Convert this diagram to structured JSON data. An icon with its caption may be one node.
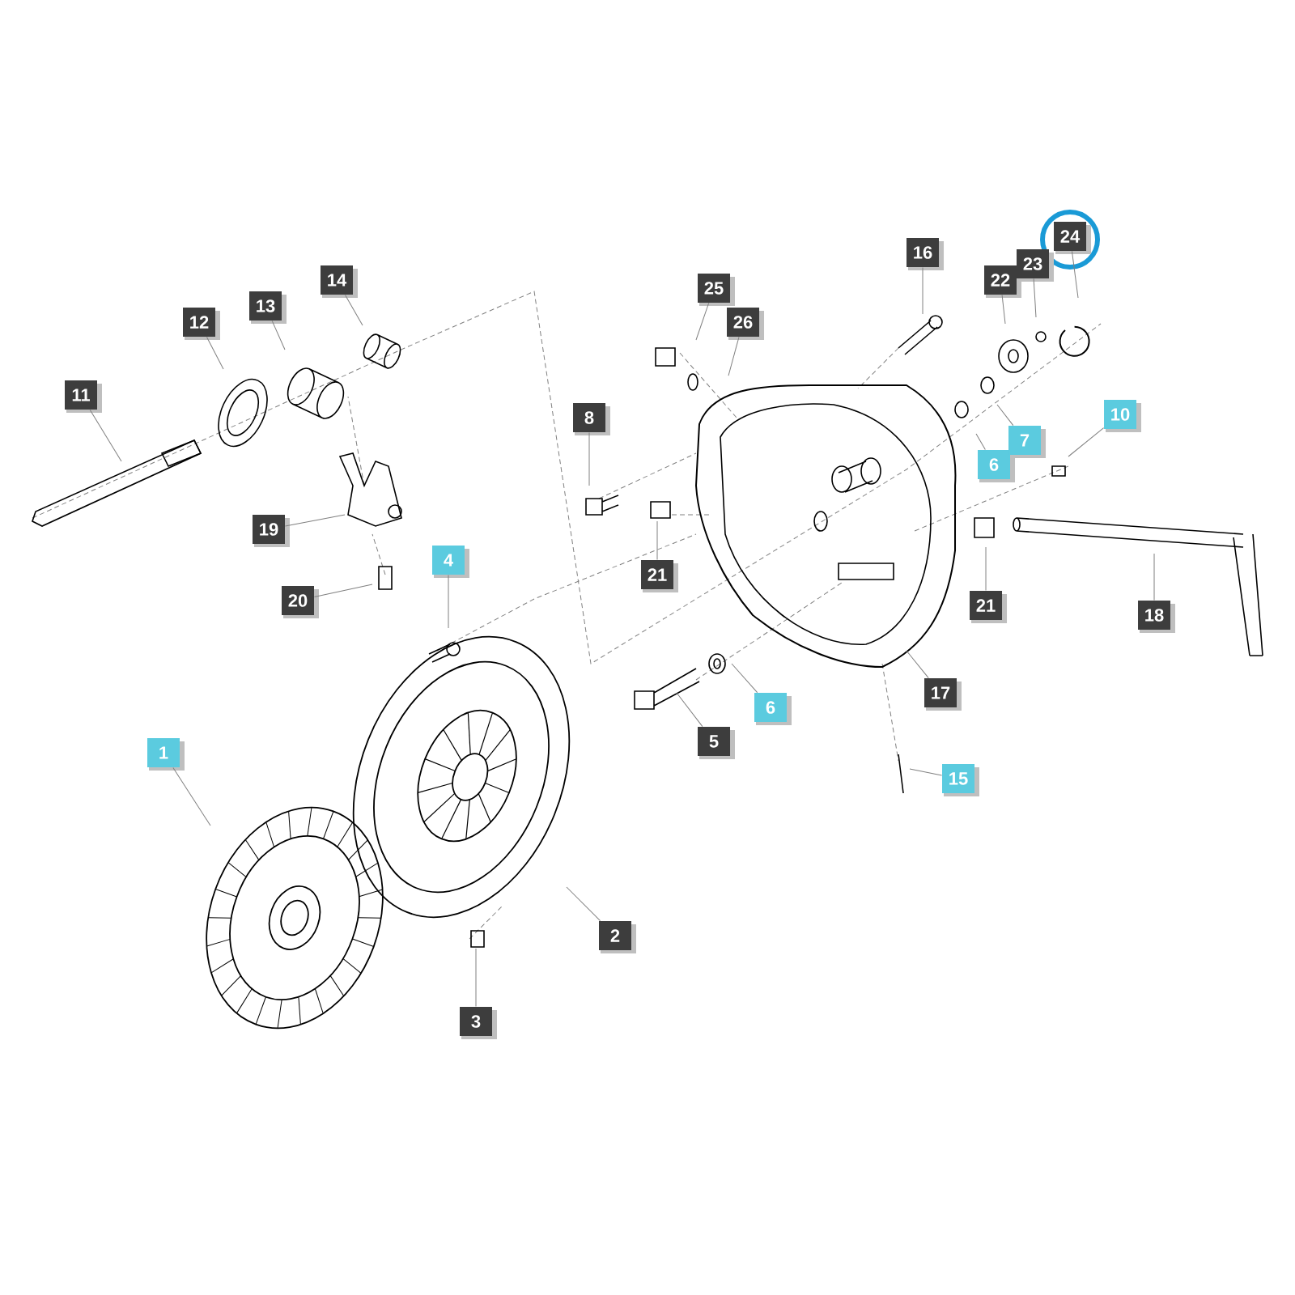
{
  "diagram": {
    "nodes": [
      {
        "text": [
          "1"
        ]
      },
      {
        "text": [
          "2"
        ]
      },
      {
        "text": [
          "3"
        ]
      },
      {
        "text": [
          "4"
        ]
      },
      {
        "text": [
          "5"
        ]
      },
      {
        "text": [
          "6"
        ]
      },
      {
        "text": [
          "6"
        ]
      },
      {
        "text": [
          "7"
        ]
      },
      {
        "text": [
          "8"
        ]
      },
      {
        "text": [
          "10"
        ]
      },
      {
        "text": [
          "11"
        ]
      },
      {
        "text": [
          "12"
        ]
      },
      {
        "text": [
          "13"
        ]
      },
      {
        "text": [
          "14"
        ]
      },
      {
        "text": [
          "15"
        ]
      },
      {
        "text": [
          "16"
        ]
      },
      {
        "text": [
          "17"
        ]
      },
      {
        "text": [
          "18"
        ]
      },
      {
        "text": [
          "19"
        ]
      },
      {
        "text": [
          "20"
        ]
      },
      {
        "text": [
          "21"
        ]
      },
      {
        "text": [
          "21"
        ]
      },
      {
        "text": [
          "22"
        ]
      },
      {
        "text": [
          "23"
        ]
      },
      {
        "text": [
          "24"
        ]
      },
      {
        "text": [
          "25"
        ]
      },
      {
        "text": [
          "26"
        ]
      }
    ],
    "edges": [
      {
        "from": 0,
        "to": null,
        "arrow": "none"
      },
      {
        "from": 1,
        "to": null,
        "arrow": "none"
      },
      {
        "from": 2,
        "to": null,
        "arrow": "none"
      },
      {
        "from": 3,
        "to": null,
        "arrow": "none"
      },
      {
        "from": 4,
        "to": null,
        "arrow": "none"
      },
      {
        "from": 5,
        "to": null,
        "arrow": "none"
      },
      {
        "from": 6,
        "to": null,
        "arrow": "none"
      },
      {
        "from": 7,
        "to": null,
        "arrow": "none"
      },
      {
        "from": 8,
        "to": null,
        "arrow": "none"
      },
      {
        "from": 9,
        "to": null,
        "arrow": "none"
      },
      {
        "from": 10,
        "to": null,
        "arrow": "none"
      },
      {
        "from": 11,
        "to": null,
        "arrow": "none"
      },
      {
        "from": 12,
        "to": null,
        "arrow": "none"
      },
      {
        "from": 13,
        "to": null,
        "arrow": "none"
      },
      {
        "from": 14,
        "to": null,
        "arrow": "none"
      },
      {
        "from": 15,
        "to": null,
        "arrow": "none"
      },
      {
        "from": 16,
        "to": null,
        "arrow": "none"
      },
      {
        "from": 17,
        "to": null,
        "arrow": "none"
      },
      {
        "from": 18,
        "to": null,
        "arrow": "none"
      },
      {
        "from": 19,
        "to": null,
        "arrow": "none"
      },
      {
        "from": 20,
        "to": null,
        "arrow": "none"
      },
      {
        "from": 21,
        "to": null,
        "arrow": "none"
      },
      {
        "from": 22,
        "to": null,
        "arrow": "none"
      },
      {
        "from": 23,
        "to": null,
        "arrow": "none"
      },
      {
        "from": 24,
        "to": null,
        "arrow": "none"
      },
      {
        "from": 25,
        "to": null,
        "arrow": "none"
      },
      {
        "from": 26,
        "to": null,
        "arrow": "none"
      }
    ]
  }
}
